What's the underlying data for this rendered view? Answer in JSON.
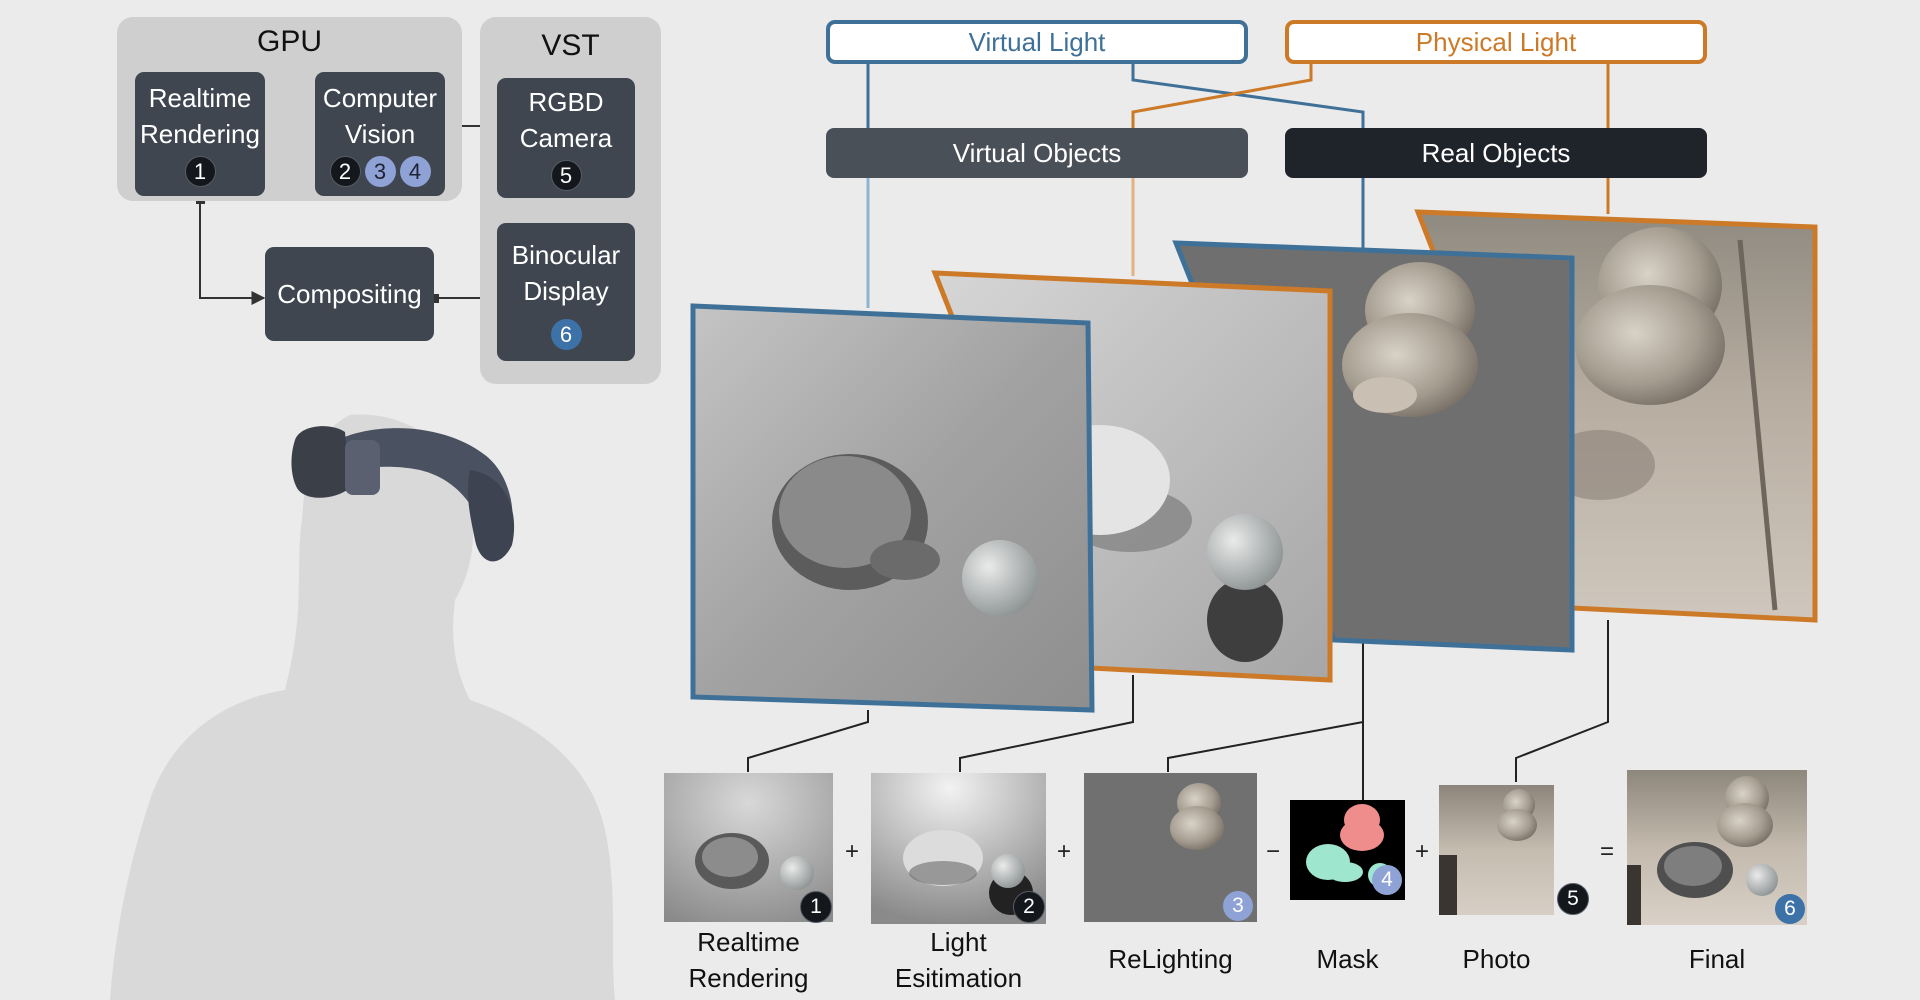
{
  "pipeline": {
    "gpu_title": "GPU",
    "vst_title": "VST",
    "realtime_rendering": "Realtime\nRendering",
    "computer_vision": "Computer\nVision",
    "rgbd_camera": "RGBD\nCamera",
    "compositing": "Compositing",
    "binocular_display": "Binocular\nDisplay",
    "badges": {
      "rendering": [
        "1"
      ],
      "vision": [
        "2",
        "3",
        "4"
      ],
      "camera": [
        "5"
      ],
      "display": [
        "6"
      ]
    }
  },
  "lights": {
    "virtual": "Virtual Light",
    "physical": "Physical Light"
  },
  "objects": {
    "virtual": "Virtual Objects",
    "real": "Real Objects"
  },
  "results": [
    {
      "caption": "Realtime\nRendering",
      "number": "1"
    },
    {
      "caption": "Light\nEsitimation",
      "number": "2"
    },
    {
      "caption": "ReLighting",
      "number": "3"
    },
    {
      "caption": "Mask",
      "number": "4"
    },
    {
      "caption": "Photo",
      "number": "5"
    },
    {
      "caption": "Final",
      "number": "6"
    }
  ],
  "operators": [
    "+",
    "+",
    "−",
    "+",
    "="
  ],
  "colors": {
    "virtual_blue": "#3f7198",
    "physical_orange": "#cc7a27",
    "panel_gray": "#cfcfcf",
    "box_dark": "#3f4650",
    "badge_blue": "#3c72a8",
    "badge_light": "#8fa2d6"
  },
  "icons": {
    "headset_user": "vr-headset-user-illustration",
    "cat": "cat-subject"
  }
}
